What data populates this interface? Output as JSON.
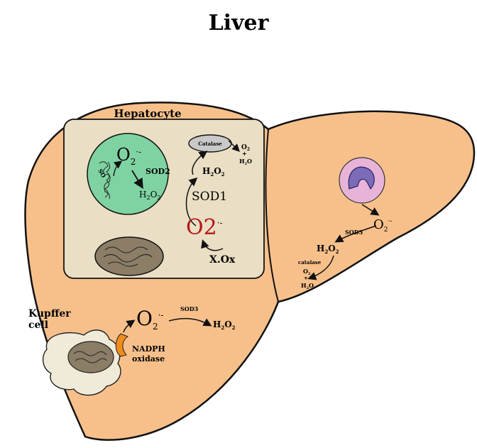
{
  "title": "Liver",
  "labels": {
    "hepatocyte": "Hepatocyte",
    "catalase_top": "Catalase",
    "o2_top": "O",
    "o2_top_plus": "+",
    "h2o_top": "H",
    "h2o2_top": "H",
    "sod1": "SOD1",
    "o2_big": "O2",
    "xox": "X.Ox",
    "mito_o2": "O",
    "sod2": "SOD2",
    "mito_h2o2": "H",
    "mito_small": "SO",
    "right_o2": "O",
    "sod3_right": "SOD3",
    "right_h2o2": "H",
    "catalase_right": "catalase",
    "right_o2b": "O",
    "right_plus": "+",
    "right_h2o": "H",
    "kupffer": "Kupffer",
    "kupffer_cell": "cell",
    "k_o2": "O",
    "sod3_bottom": "SOD3",
    "k_h2o2": "H",
    "nadph": "NADPH",
    "oxidase": "oxidase"
  },
  "colors": {
    "liver": "#f7c08b",
    "hepatocyte": "#eadfc4",
    "mitochondrion": "#7fd3a3",
    "nucleus": "#8b7d66",
    "catalase": "#c9c9c9",
    "neutrophil": "#e7b4d8",
    "neutrophil_nucleus": "#7b6bb8",
    "kupffer": "#f0ead8",
    "nadph": "#f08b1c"
  }
}
